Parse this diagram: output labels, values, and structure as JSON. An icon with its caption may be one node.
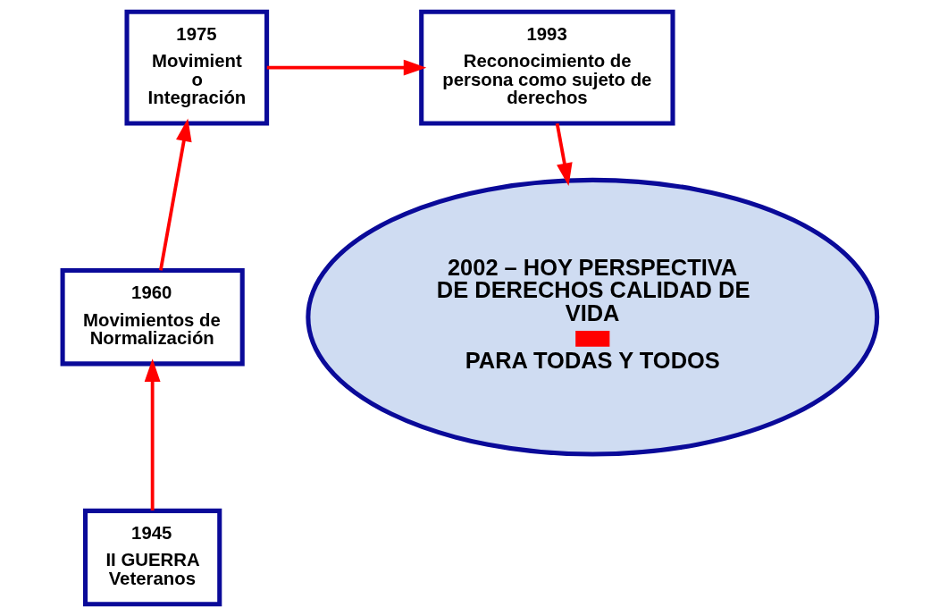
{
  "diagram": {
    "nodes": [
      {
        "text": [
          "1945",
          "II GUERRA Veteranos"
        ]
      },
      {
        "text": [
          "1960",
          "Movimientos de Normalización"
        ]
      },
      {
        "text": [
          "1975",
          "Movimient o Integración"
        ]
      },
      {
        "text": [
          "1993",
          "Reconocimiento de persona como sujeto de derechos"
        ]
      },
      {
        "text": [
          "2002 – HOY PERSPECTIVA DE DERECHOS CALIDAD DE VIDA",
          "PARA TODAS Y TODOS"
        ]
      }
    ],
    "edges": [
      {
        "from": 0,
        "to": 1,
        "arrow": "to"
      },
      {
        "from": 1,
        "to": 2,
        "arrow": "to"
      },
      {
        "from": 2,
        "to": 3,
        "arrow": "to"
      },
      {
        "from": 3,
        "to": 4,
        "arrow": "to"
      }
    ]
  }
}
